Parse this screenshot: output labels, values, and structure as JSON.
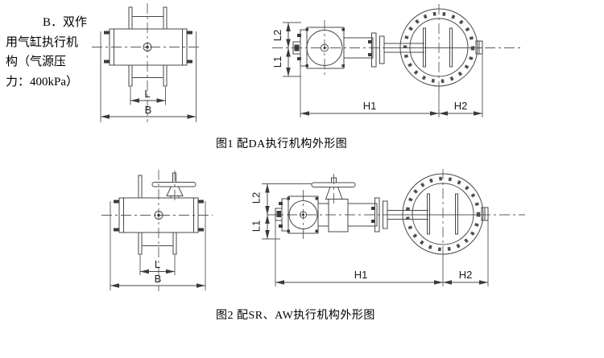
{
  "intro": {
    "lines": [
      "B．双作",
      "用气缸执行机",
      "构（气源压",
      "力：400kPa）"
    ]
  },
  "figure1": {
    "caption": "图1 配DA执行机构外形图",
    "dims": {
      "l": "L",
      "b": "B",
      "l1": "L1",
      "l2": "L2",
      "h1": "H1",
      "h2": "H2"
    }
  },
  "figure2": {
    "caption": "图2 配SR、AW执行机构外形图",
    "dims": {
      "l": "L",
      "b": "B",
      "l1": "L1",
      "l2": "L2",
      "h1": "H1",
      "h2": "H2"
    }
  },
  "colors": {
    "background": "#ffffff",
    "line": "#474747",
    "text": "#000000"
  }
}
